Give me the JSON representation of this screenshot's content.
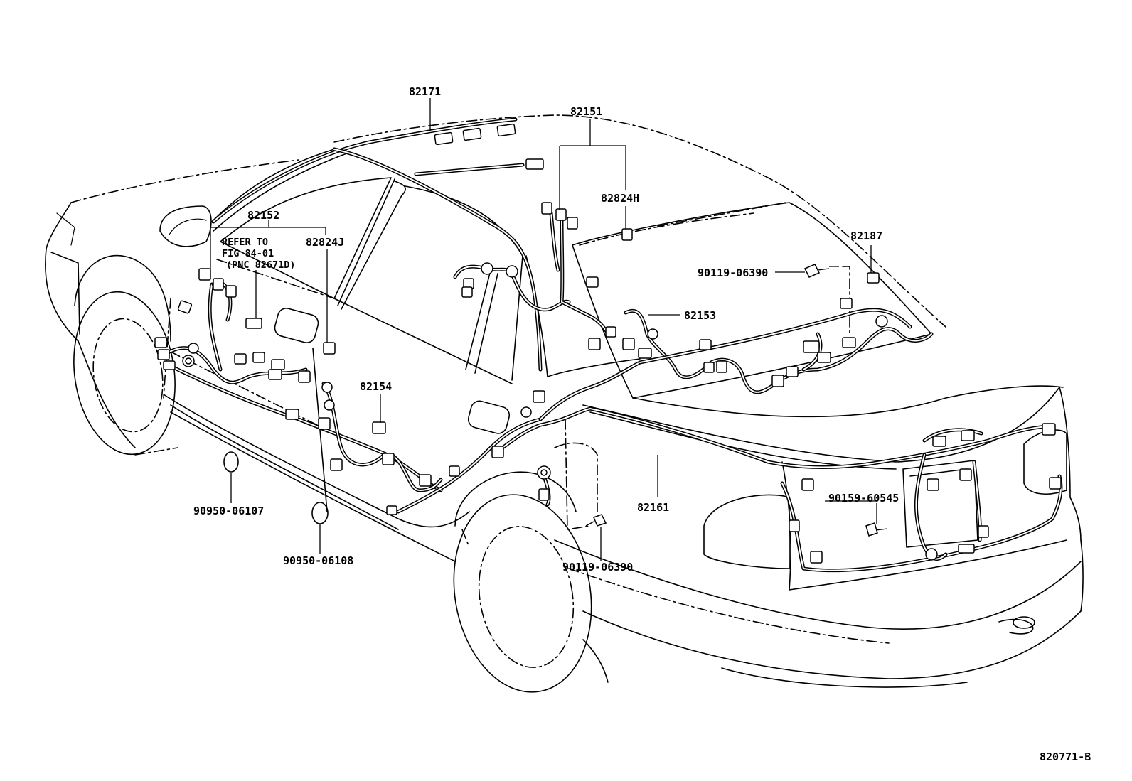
{
  "labels": {
    "p82171": "82171",
    "p82151": "82151",
    "p82824H": "82824H",
    "p82152": "82152",
    "p82824J": "82824J",
    "p82187": "82187",
    "p90119a": "90119-06390",
    "p82153": "82153",
    "p82154": "82154",
    "p82161": "82161",
    "p90159": "90159-60545",
    "p90950a": "90950-06107",
    "p90950b": "90950-06108",
    "p90119b": "90119-06390",
    "figure_id": "820771-B"
  },
  "note": {
    "line1": "REFER TO",
    "line2": "FIG 84-01",
    "line3": "(PNC 82671D)"
  }
}
